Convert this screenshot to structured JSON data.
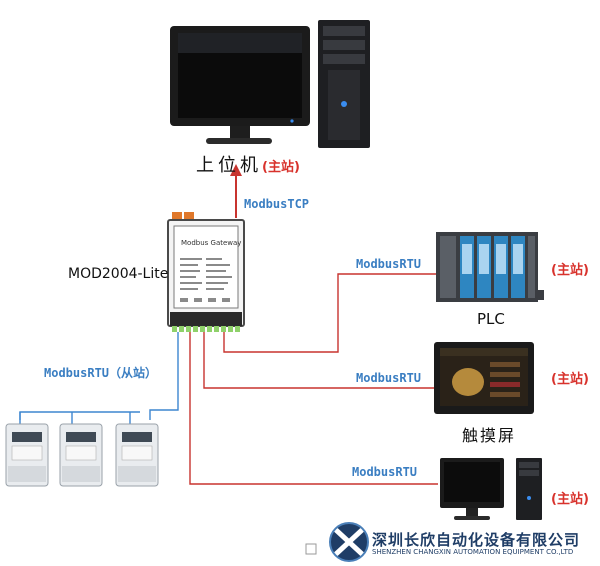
{
  "host": {
    "title": "上位机",
    "role": "(主站)"
  },
  "gateway": {
    "model": "MOD2004-Lite",
    "panel_title": "Modbus Gateway"
  },
  "uplink": {
    "protocol": "ModbusTCP"
  },
  "meters": {
    "protocol": "ModbusRTU（从站）"
  },
  "masters": [
    {
      "device": "PLC",
      "protocol": "ModbusRTU",
      "role": "(主站)"
    },
    {
      "device": "触摸屏",
      "protocol": "ModbusRTU",
      "role": "(主站)"
    },
    {
      "device": "",
      "protocol": "ModbusRTU",
      "role": "(主站)"
    }
  ],
  "company": {
    "name_cn": "深圳长欣自动化设备有限公司",
    "name_en": "SHENZHEN CHANGXIN AUTOMATION EQUIPMENT CO.,LTD"
  },
  "colors": {
    "wire_red": "#c8342f",
    "wire_blue": "#3d86cf",
    "label_blue": "#3a7ec2",
    "label_red": "#d8322c",
    "plc_blue": "#2e86c1",
    "logo_navy": "#1f3d66"
  }
}
